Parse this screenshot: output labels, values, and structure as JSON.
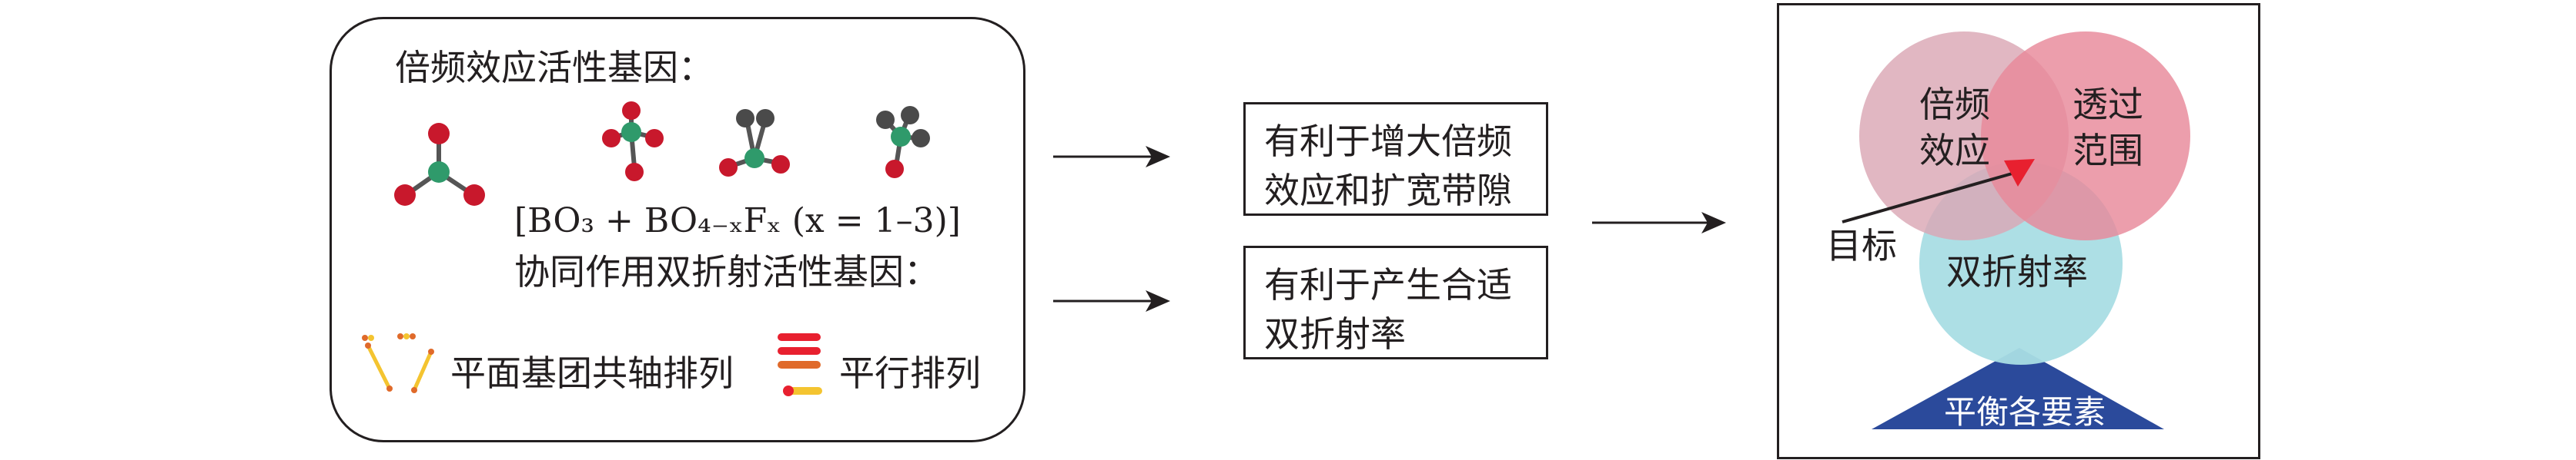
{
  "left_panel": {
    "title": "倍频效应活性基因：",
    "formula": "[BO₃ + BO₄₋ₓFₓ (x = 1–3)]",
    "synergy_label": "协同作用双折射活性基因：",
    "legend_coaxial": "平面基团共轴排列",
    "legend_parallel": "平行排列"
  },
  "effects": [
    {
      "line1": "有利于增大倍频",
      "line2": "效应和扩宽带隙"
    },
    {
      "line1": "有利于产生合适",
      "line2": "双折射率"
    }
  ],
  "venn": {
    "circle_shg_line1": "倍频",
    "circle_shg_line2": "效应",
    "circle_trans_line1": "透过",
    "circle_trans_line2": "范围",
    "circle_biref": "双折射率",
    "target_label": "目标",
    "base_label": "平衡各要素"
  },
  "colors": {
    "shg_circle": "#dba7b4",
    "trans_circle": "#e8899a",
    "biref_circle": "#a9dde4",
    "base_triangle": "#2b4a9b",
    "target_arrow": "#e8202f",
    "atom_boron": "#2f9a6b",
    "atom_oxygen": "#c8182c",
    "atom_fluorine": "#4a4a4a"
  }
}
